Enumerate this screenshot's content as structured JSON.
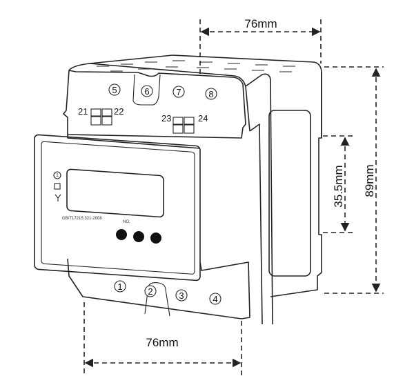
{
  "dimensions": {
    "top_width": "76mm",
    "bottom_width": "76mm",
    "height": "89mm",
    "rail_height": "35.5mm"
  },
  "terminals": {
    "top": [
      "5",
      "6",
      "7",
      "8"
    ],
    "bottom": [
      "1",
      "2",
      "3",
      "4"
    ],
    "aux": [
      "21",
      "22",
      "23",
      "24"
    ]
  },
  "front_panel": {
    "indicator_label": "1",
    "standard_text": "GB/T17215.321-2008",
    "button_label": "NO."
  }
}
